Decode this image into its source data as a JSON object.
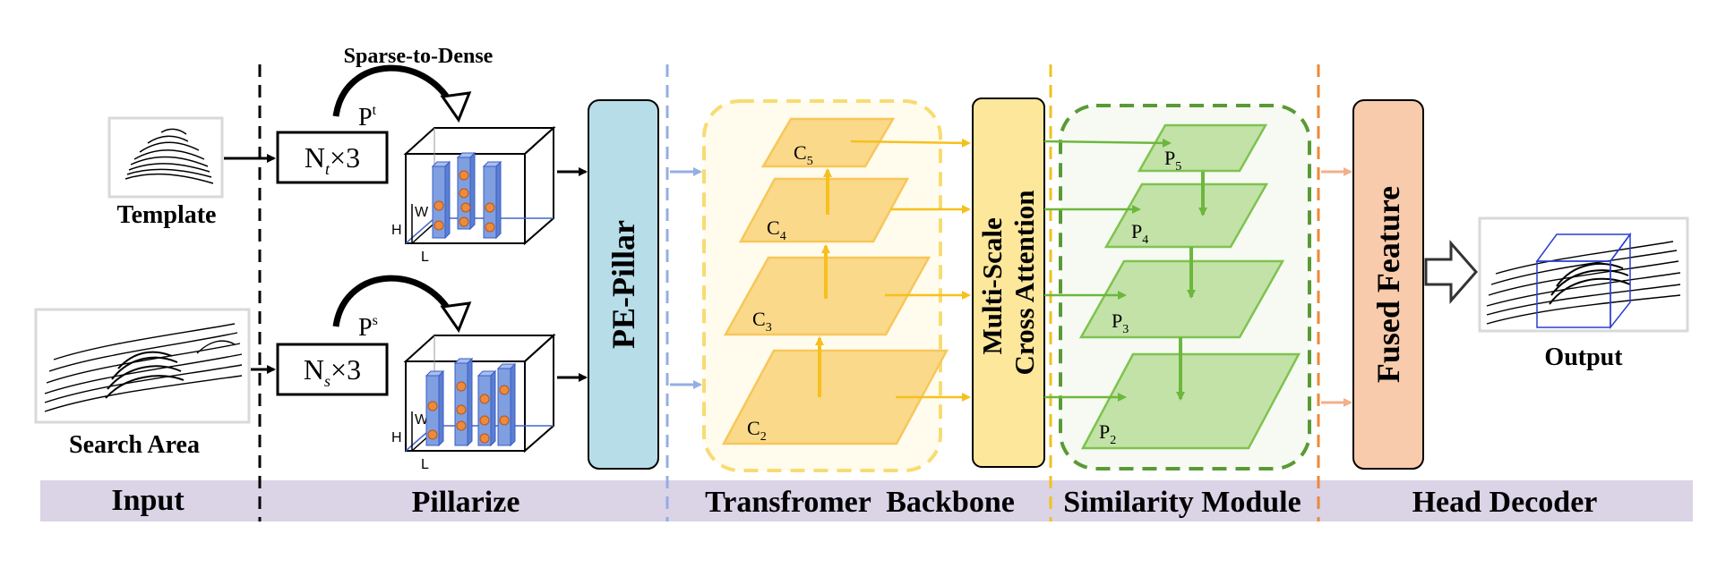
{
  "sections": {
    "input": "Input",
    "pillarize": "Pillarize",
    "backbone": "Transfromer  Backbone",
    "similarity": "Similarity Module",
    "head": "Head Decoder"
  },
  "labels": {
    "template": "Template",
    "search_area": "Search Area",
    "sparse_to_dense": "Sparse-to-Dense",
    "pt_base": "P",
    "pt_sup": "t",
    "ps_base": "P",
    "ps_sup": "s",
    "nt_base": "N",
    "nt_sub": "t",
    "ns_base": "N",
    "ns_sub": "s",
    "times3": "×3",
    "axis_h": "H",
    "axis_w": "W",
    "axis_l": "L",
    "pe_pillar": "PE-Pillar",
    "msca_line1": "Multi-Scale",
    "msca_line2": "Cross Attention",
    "fused_feature": "Fused Feature",
    "output": "Output"
  },
  "levels": {
    "c": [
      {
        "base": "C",
        "sub": "5"
      },
      {
        "base": "C",
        "sub": "4"
      },
      {
        "base": "C",
        "sub": "3"
      },
      {
        "base": "C",
        "sub": "2"
      }
    ],
    "p": [
      {
        "base": "P",
        "sub": "5"
      },
      {
        "base": "P",
        "sub": "4"
      },
      {
        "base": "P",
        "sub": "3"
      },
      {
        "base": "P",
        "sub": "2"
      }
    ]
  },
  "colors": {
    "band": "#dbd3e6",
    "pe_pillar": "#b7dde8",
    "msca": "#fde79b",
    "fused": "#f7cbab",
    "c_plane": "#fad98a",
    "c_plane_stroke": "#f7c75a",
    "c_arrow": "#f6c01d",
    "p_plane": "#c3e2a8",
    "p_plane_stroke": "#7ec34f",
    "p_arrow": "#6cb73e",
    "pillar": "#7f9fe0",
    "point": "#ed8a3c",
    "divider_input": "#000000",
    "divider_backbone": "#95aee3",
    "divider_similarity": "#f2c21c",
    "divider_head": "#ea8a3a"
  }
}
